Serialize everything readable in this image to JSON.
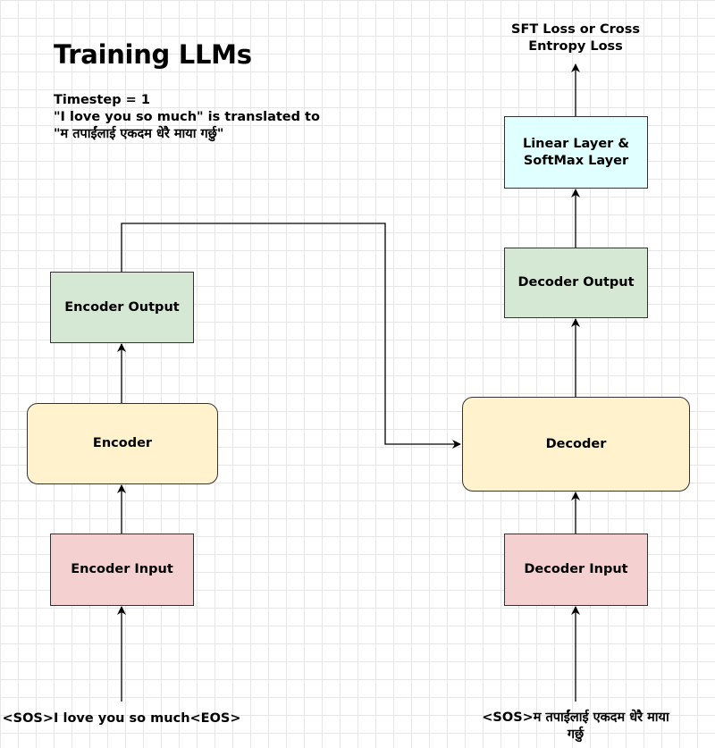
{
  "title": "Training LLMs",
  "note": {
    "line1": "Timestep = 1",
    "line2": "\"I love you so much\" is translated to",
    "line3": "\"म तपाईंलाई एकदम धेरै माया गर्छु\""
  },
  "encoder_side": {
    "output": "Encoder Output",
    "encoder": "Encoder",
    "input": "Encoder Input",
    "input_text": "<SOS>I love you so much<EOS>"
  },
  "decoder_side": {
    "loss_line1": "SFT Loss or Cross",
    "loss_line2": "Entropy Loss",
    "linear_line1": "Linear Layer &",
    "linear_line2": "SoftMax Layer",
    "output": "Decoder Output",
    "decoder": "Decoder",
    "input": "Decoder Input",
    "input_text_line1": "<SOS>म तपाईंलाई एकदम धेरै माया",
    "input_text_line2": "गर्छु"
  },
  "colors": {
    "output_fill": "#d5e8d4",
    "coder_fill": "#fff2cc",
    "input_fill": "#f4d0d0",
    "linear_fill": "#e0ffff"
  }
}
